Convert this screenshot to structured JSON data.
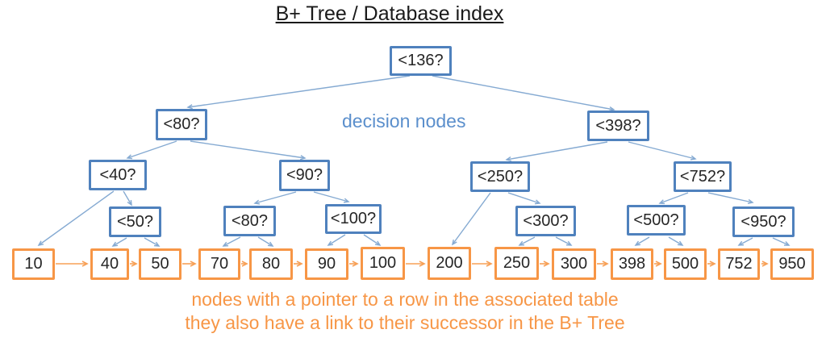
{
  "title": "B+ Tree / Database index",
  "captions": {
    "decision_nodes": "decision nodes",
    "leaf_line1": "nodes with a pointer to a row in the associated table",
    "leaf_line2": "they also have a link to their successor in the B+ Tree"
  },
  "colors": {
    "decision_border": "#4f81bd",
    "leaf_border": "#f79646",
    "edge_blue": "#85aad2",
    "leaf_link_orange": "#f7a056",
    "decision_caption_blue": "#5b8fcc",
    "leaf_caption_orange": "#f79646"
  },
  "tree": {
    "decision_nodes": [
      {
        "label": "<136?"
      },
      {
        "label": "<80?"
      },
      {
        "label": "<398?"
      },
      {
        "label": "<40?"
      },
      {
        "label": "<90?"
      },
      {
        "label": "<250?"
      },
      {
        "label": "<752?"
      },
      {
        "label": "<50?"
      },
      {
        "label": "<80?"
      },
      {
        "label": "<100?"
      },
      {
        "label": "<300?"
      },
      {
        "label": "<500?"
      },
      {
        "label": "<950?"
      }
    ],
    "leaf_nodes": [
      {
        "label": "10"
      },
      {
        "label": "40"
      },
      {
        "label": "50"
      },
      {
        "label": "70"
      },
      {
        "label": "80"
      },
      {
        "label": "90"
      },
      {
        "label": "100"
      },
      {
        "label": "200"
      },
      {
        "label": "250"
      },
      {
        "label": "300"
      },
      {
        "label": "398"
      },
      {
        "label": "500"
      },
      {
        "label": "752"
      },
      {
        "label": "950"
      }
    ]
  }
}
